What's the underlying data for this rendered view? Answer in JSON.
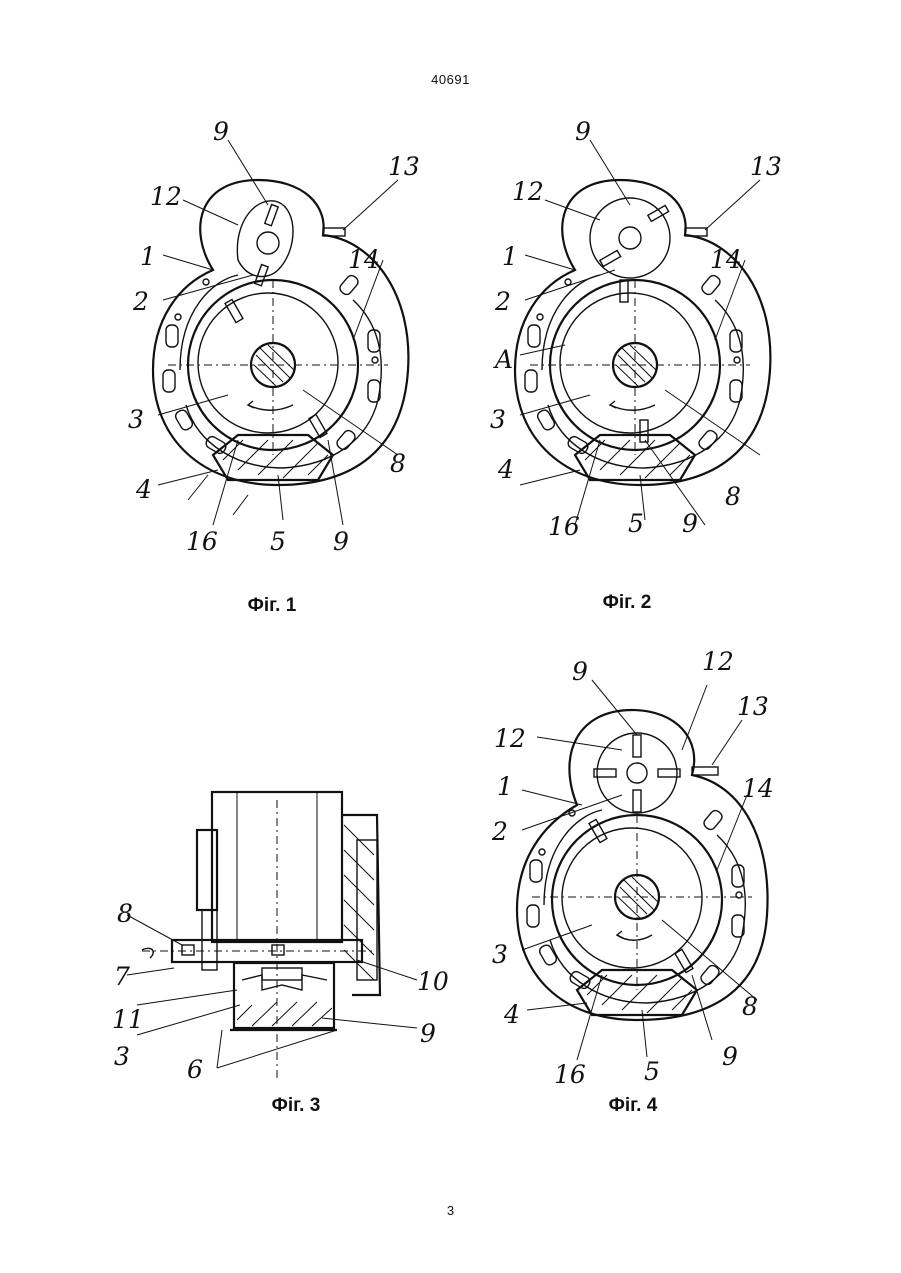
{
  "document": {
    "header_number": "40691",
    "page_number": "3"
  },
  "figures": [
    {
      "id": "fig1",
      "caption": "Фіг. 1",
      "labels": [
        "9",
        "13",
        "12",
        "14",
        "1",
        "2",
        "3",
        "8",
        "4",
        "16",
        "5",
        "9"
      ]
    },
    {
      "id": "fig2",
      "caption": "Фіг. 2",
      "labels": [
        "9",
        "13",
        "12",
        "14",
        "1",
        "2",
        "A",
        "3",
        "8",
        "4",
        "16",
        "5",
        "9"
      ]
    },
    {
      "id": "fig3",
      "caption": "Фіг. 3",
      "labels": [
        "8",
        "7",
        "10",
        "11",
        "3",
        "6",
        "9"
      ]
    },
    {
      "id": "fig4",
      "caption": "Фіг. 4",
      "labels": [
        "9",
        "12",
        "13",
        "12",
        "1",
        "14",
        "2",
        "3",
        "8",
        "4",
        "16",
        "5",
        "9"
      ]
    }
  ]
}
